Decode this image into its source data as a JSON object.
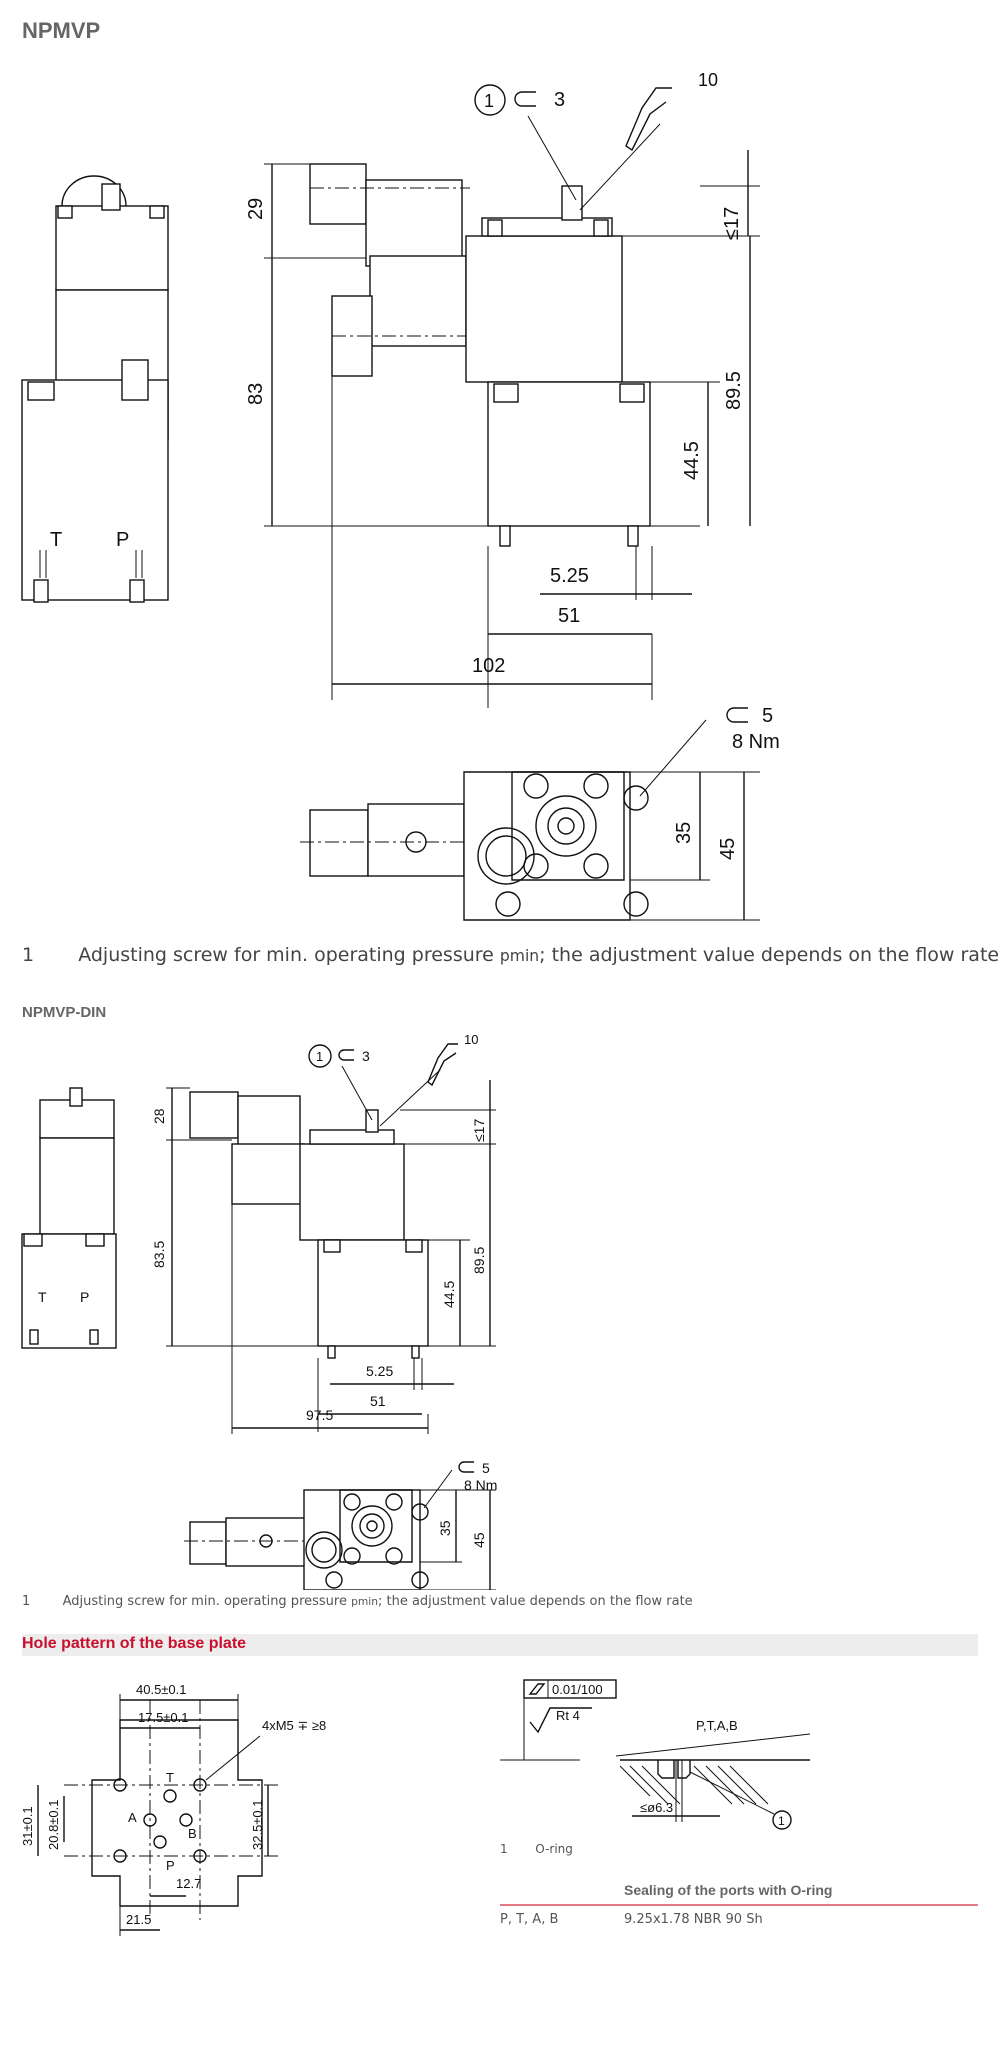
{
  "section1": {
    "title": "NPMVP",
    "dims": {
      "d29": "29",
      "d83": "83",
      "d89_5": "89.5",
      "d44_5": "44.5",
      "d17": "≤17",
      "d5_25": "5.25",
      "d51": "51",
      "d102": "102",
      "d35": "35",
      "d45": "45"
    },
    "callout1": {
      "num": "1",
      "wrench": "3"
    },
    "callout10": "10",
    "torque": {
      "wrench": "5",
      "value": "8 Nm"
    },
    "port_t": "T",
    "port_p": "P",
    "note": {
      "num": "1",
      "text_before": "Adjusting screw for min. operating pressure ",
      "pmin": "pmin",
      "text_after": "; the adjustment value depends on the flow rate"
    }
  },
  "section2": {
    "title": "NPMVP-DIN",
    "dims": {
      "d28": "28",
      "d83_5": "83.5",
      "d89_5": "89.5",
      "d44_5": "44.5",
      "d17": "≤17",
      "d5_25": "5.25",
      "d51": "51",
      "d97_5": "97.5",
      "d35": "35",
      "d45": "45"
    },
    "callout1": {
      "num": "1",
      "wrench": "3"
    },
    "callout10": "10",
    "torque": {
      "wrench": "5",
      "value": "8 Nm"
    },
    "port_t": "T",
    "port_p": "P",
    "note": {
      "num": "1",
      "text_before": "Adjusting screw for min. operating pressure ",
      "pmin": "pmin",
      "text_after": "; the adjustment value depends on the flow rate"
    }
  },
  "section3": {
    "title": "Hole pattern of the base plate",
    "dims": {
      "d40_5": "40.5±0.1",
      "d17_5": "17.5±0.1",
      "thread": "4xM5 ∓ ≥8",
      "d31": "31±0.1",
      "d20_8": "20.8±0.1",
      "d32_5": "32.5±0.1",
      "d12_7": "12.7",
      "d21_5": "21.5"
    },
    "ports": {
      "T": "T",
      "A": "A",
      "B": "B",
      "P": "P"
    },
    "flatness": "0.01/100",
    "roughness": "Rt 4",
    "port_label": "P,T,A,B",
    "bore": "≤ø6.3",
    "oring_num": "1",
    "oring_note": {
      "num": "1",
      "text": "O-ring"
    },
    "seal_table": {
      "header": "Sealing of the ports with O-ring",
      "row_label": "P, T, A, B",
      "row_value": "9.25x1.78 NBR 90 Sh"
    }
  },
  "colors": {
    "accent_red": "#c8102e",
    "title_gray": "#666666",
    "section_bg": "#ededed"
  }
}
